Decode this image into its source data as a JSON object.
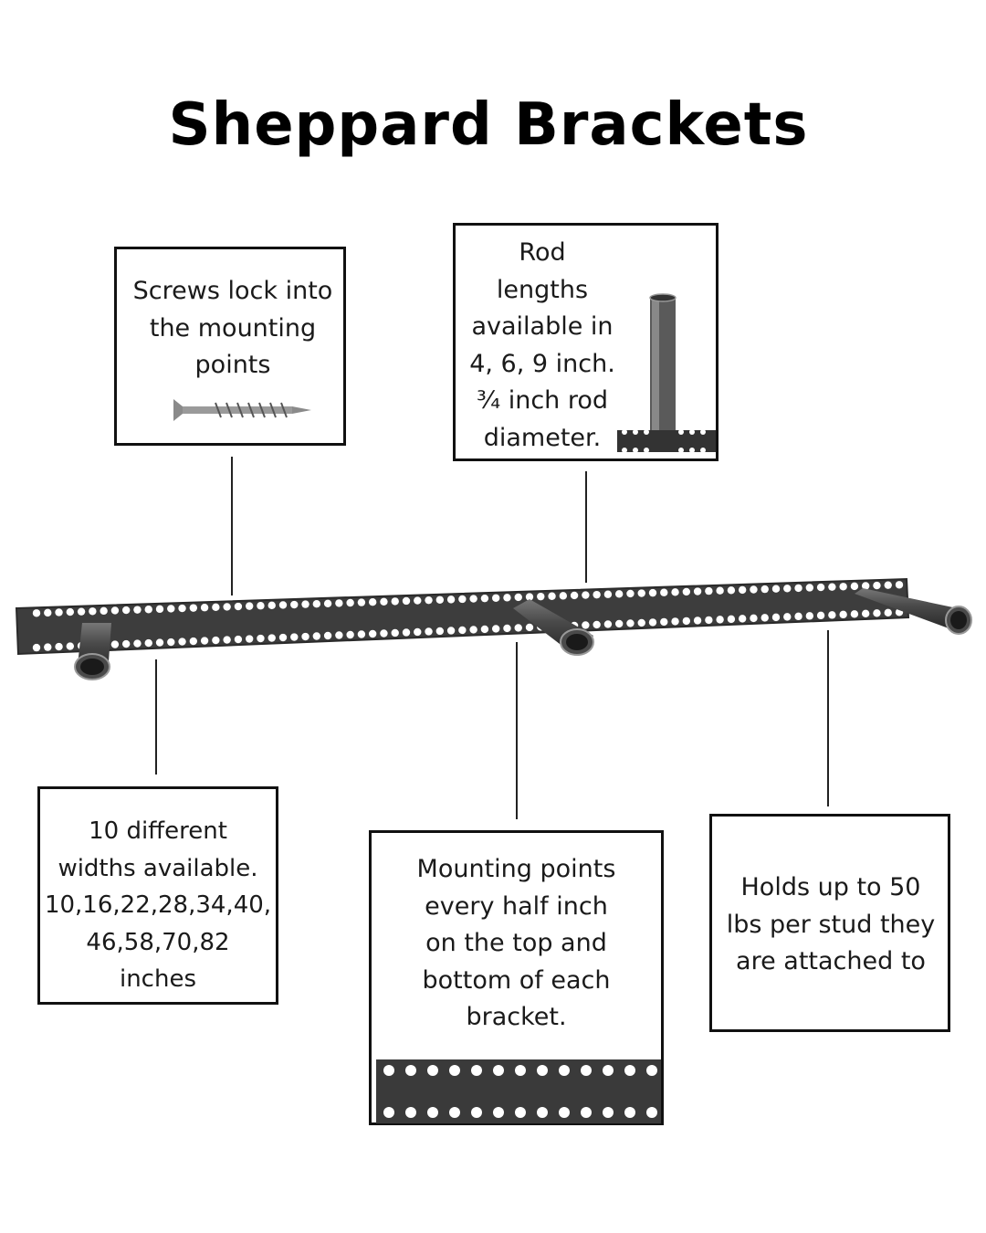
{
  "title": "Sheppard Brackets",
  "callouts": {
    "screws": "Screws lock into\nthe mounting\npoints",
    "rods": "Rod\nlengths\navailable in\n4, 6, 9 inch.\n¾ inch rod\ndiameter.",
    "widths": "10 different\nwidths available.\n10,16,22,28,34,40,\n46,58,70,82\ninches",
    "mounting": "Mounting points\nevery half inch\non the top and\nbottom of each\nbracket.",
    "holds": "Holds up to 50\nlbs per stud they\nare attached to"
  }
}
